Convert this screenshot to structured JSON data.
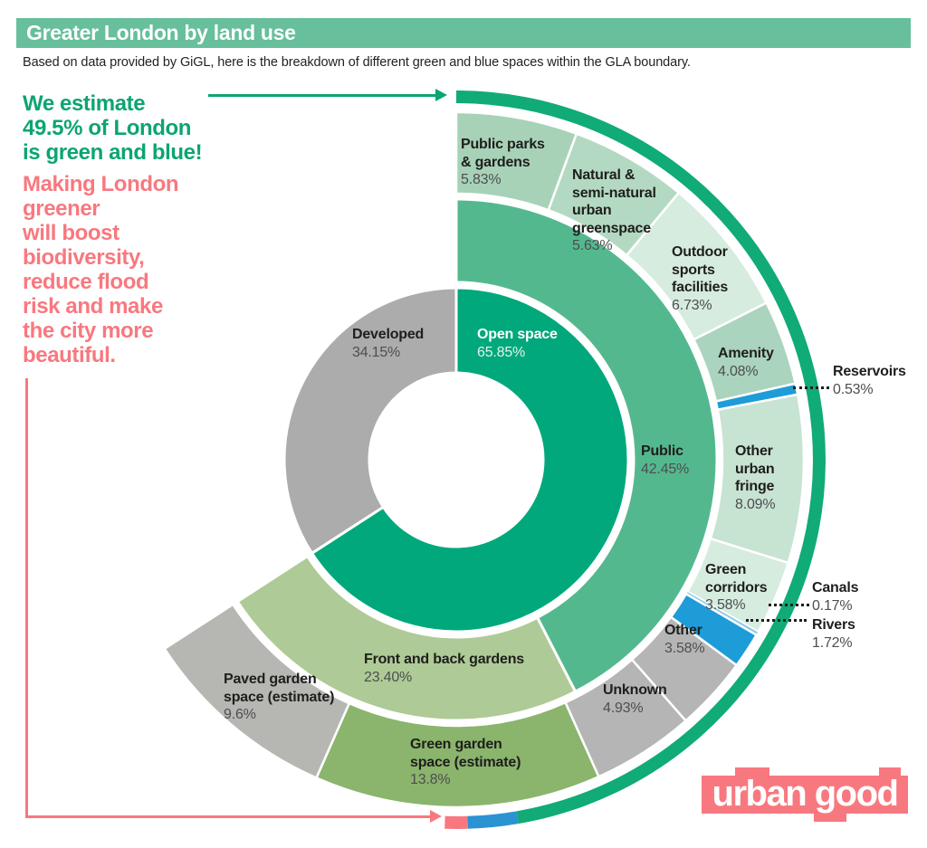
{
  "header": {
    "title": "Greater London by land use",
    "subtitle": "Based on data provided by GiGL, here is the breakdown of different green and blue spaces within the GLA boundary."
  },
  "notes": {
    "green_lines": [
      "We estimate",
      "49.5% of London",
      "is green and blue!"
    ],
    "pink_lines": [
      "Making London",
      "greener",
      "will boost",
      "biodiversity,",
      "reduce flood",
      "risk and make",
      "the city more",
      "beautiful."
    ]
  },
  "logo": {
    "text": "urban good"
  },
  "colors": {
    "header_bg": "#67BF9B",
    "accent_green": "#0CA571",
    "accent_pink": "#F8787F",
    "bright_green": "#00A87B",
    "water_blue": "#1E9CD8",
    "canal_blue": "#8FC9E8",
    "arc_blue": "#2B93D1"
  },
  "chart_data": {
    "type": "pie",
    "subtype": "sunburst-donut",
    "title": "Greater London by land use",
    "units": "percent of area within the GLA boundary",
    "orientation": "clockwise from 12 o'clock",
    "rings": [
      {
        "id": "land-use",
        "name": "Inner ring — land use split",
        "segments": [
          {
            "id": "open-space",
            "name_lines": [
              "Open space"
            ],
            "value": 65.85,
            "value_label": "65.85%",
            "color": "#00A87B"
          },
          {
            "id": "developed",
            "name_lines": [
              "Developed"
            ],
            "value": 34.15,
            "value_label": "34.15%",
            "color": "#ACACAC"
          }
        ]
      },
      {
        "id": "category",
        "name": "Middle ring — open space categories",
        "segments": [
          {
            "id": "public",
            "name_lines": [
              "Public"
            ],
            "value": 42.45,
            "value_label": "42.45%",
            "color": "#54B88F"
          },
          {
            "id": "fb-gardens",
            "name_lines": [
              "Front and back gardens"
            ],
            "value": 23.4,
            "value_label": "23.40%",
            "color": "#AECA96"
          }
        ]
      },
      {
        "id": "detail",
        "name": "Outer ring — detailed green and blue space types",
        "segments": [
          {
            "id": "public-parks",
            "name_lines": [
              "Public parks",
              "& gardens"
            ],
            "value": 5.83,
            "value_label": "5.83%",
            "color": "#A7D2B8"
          },
          {
            "id": "natural",
            "name_lines": [
              "Natural &",
              "semi-natural",
              "urban",
              "greenspace"
            ],
            "value": 5.63,
            "value_label": "5.63%",
            "color": "#B4D9C2"
          },
          {
            "id": "outdoor",
            "name_lines": [
              "Outdoor",
              "sports",
              "facilities"
            ],
            "value": 6.73,
            "value_label": "6.73%",
            "color": "#D6ECDE"
          },
          {
            "id": "amenity",
            "name_lines": [
              "Amenity"
            ],
            "value": 4.08,
            "value_label": "4.08%",
            "color": "#AAD4BD"
          },
          {
            "id": "reservoirs",
            "name_lines": [
              "Reservoirs"
            ],
            "value": 0.53,
            "value_label": "0.53%",
            "color": "#1E9CD8"
          },
          {
            "id": "other-urban-fringe",
            "name_lines": [
              "Other",
              "urban",
              "fringe"
            ],
            "value": 8.09,
            "value_label": "8.09%",
            "color": "#C7E3D2"
          },
          {
            "id": "green-corridors",
            "name_lines": [
              "Green",
              "corridors"
            ],
            "value": 3.58,
            "value_label": "3.58%",
            "color": "#D6ECDE"
          },
          {
            "id": "canals",
            "name_lines": [
              "Canals"
            ],
            "value": 0.17,
            "value_label": "0.17%",
            "color": "#8FC9E8"
          },
          {
            "id": "rivers",
            "name_lines": [
              "Rivers"
            ],
            "value": 1.72,
            "value_label": "1.72%",
            "color": "#1E9CD8"
          },
          {
            "id": "other",
            "name_lines": [
              "Other"
            ],
            "value": 3.58,
            "value_label": "3.58%",
            "color": "#B5B5B5"
          },
          {
            "id": "unknown",
            "name_lines": [
              "Unknown"
            ],
            "value": 4.93,
            "value_label": "4.93%",
            "color": "#B5B5B5"
          },
          {
            "id": "green-garden",
            "name_lines": [
              "Green garden",
              "space (estimate)"
            ],
            "value": 13.8,
            "value_label": "13.8%",
            "color": "#8BB46D"
          },
          {
            "id": "paved-garden",
            "name_lines": [
              "Paved garden",
              "space (estimate)"
            ],
            "value": 9.6,
            "value_label": "9.6%",
            "color": "#B6B7B2"
          }
        ]
      },
      {
        "id": "green-blue-arc",
        "name": "Outer thin arc — 49.5% green and blue total",
        "segments": [
          {
            "id": "arc-green-spaces",
            "name_lines": [],
            "value": 47.3,
            "value_label": "",
            "color": "#10AB77"
          },
          {
            "id": "arc-blue-spaces",
            "name_lines": [],
            "value": 2.2,
            "value_label": "",
            "color": "#2B93D1"
          },
          {
            "id": "arc-end-marker",
            "name_lines": [],
            "value": 1.0,
            "value_label": "",
            "color": "#F8787F"
          }
        ]
      }
    ]
  }
}
